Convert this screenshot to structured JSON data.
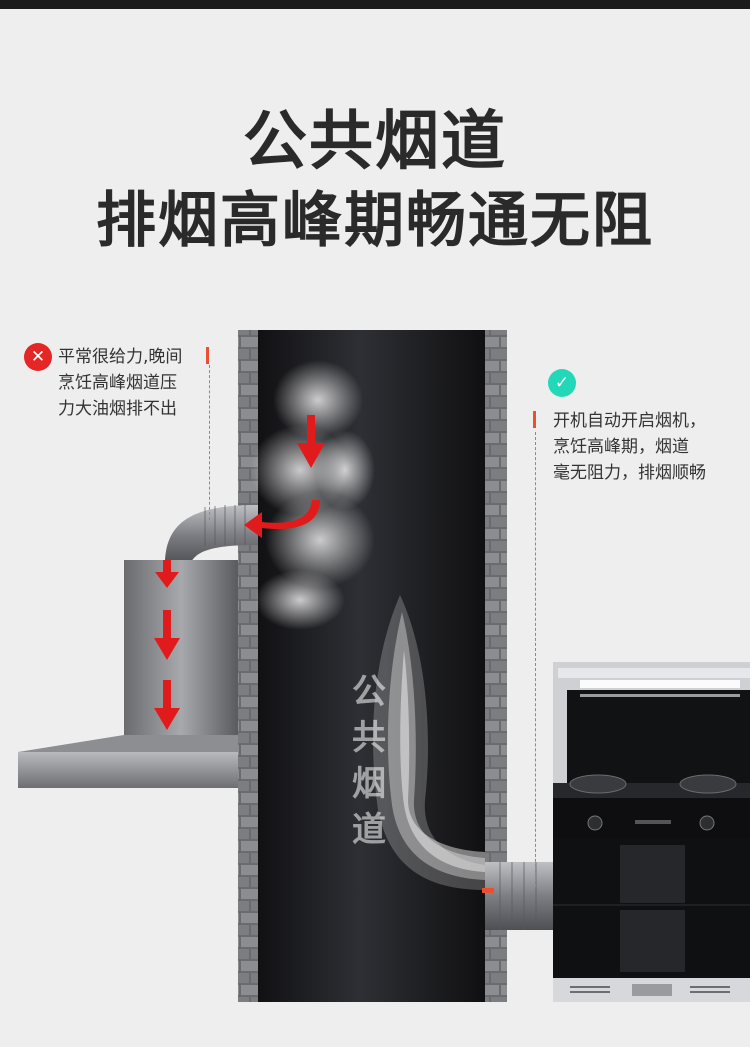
{
  "headline": {
    "line1": "公共烟道",
    "line2": "排烟高峰期畅通无阻"
  },
  "problem_note": {
    "icon": "close-icon",
    "lines": [
      "平常很给力,晚间",
      "烹饪高峰烟道压",
      "力大油烟排不出"
    ]
  },
  "solution_note": {
    "icon": "check-icon",
    "lines": [
      "开机自动开启烟机，",
      "烹饪高峰期，烟道",
      "毫无阻力，排烟顺畅"
    ]
  },
  "shaft_label": [
    "公",
    "共",
    "烟",
    "道"
  ],
  "colors": {
    "title": "#2a2a2a",
    "error": "#e42626",
    "success": "#22d8b8",
    "arrow": "#e11b1b",
    "shaft": "#1a1a1c"
  }
}
